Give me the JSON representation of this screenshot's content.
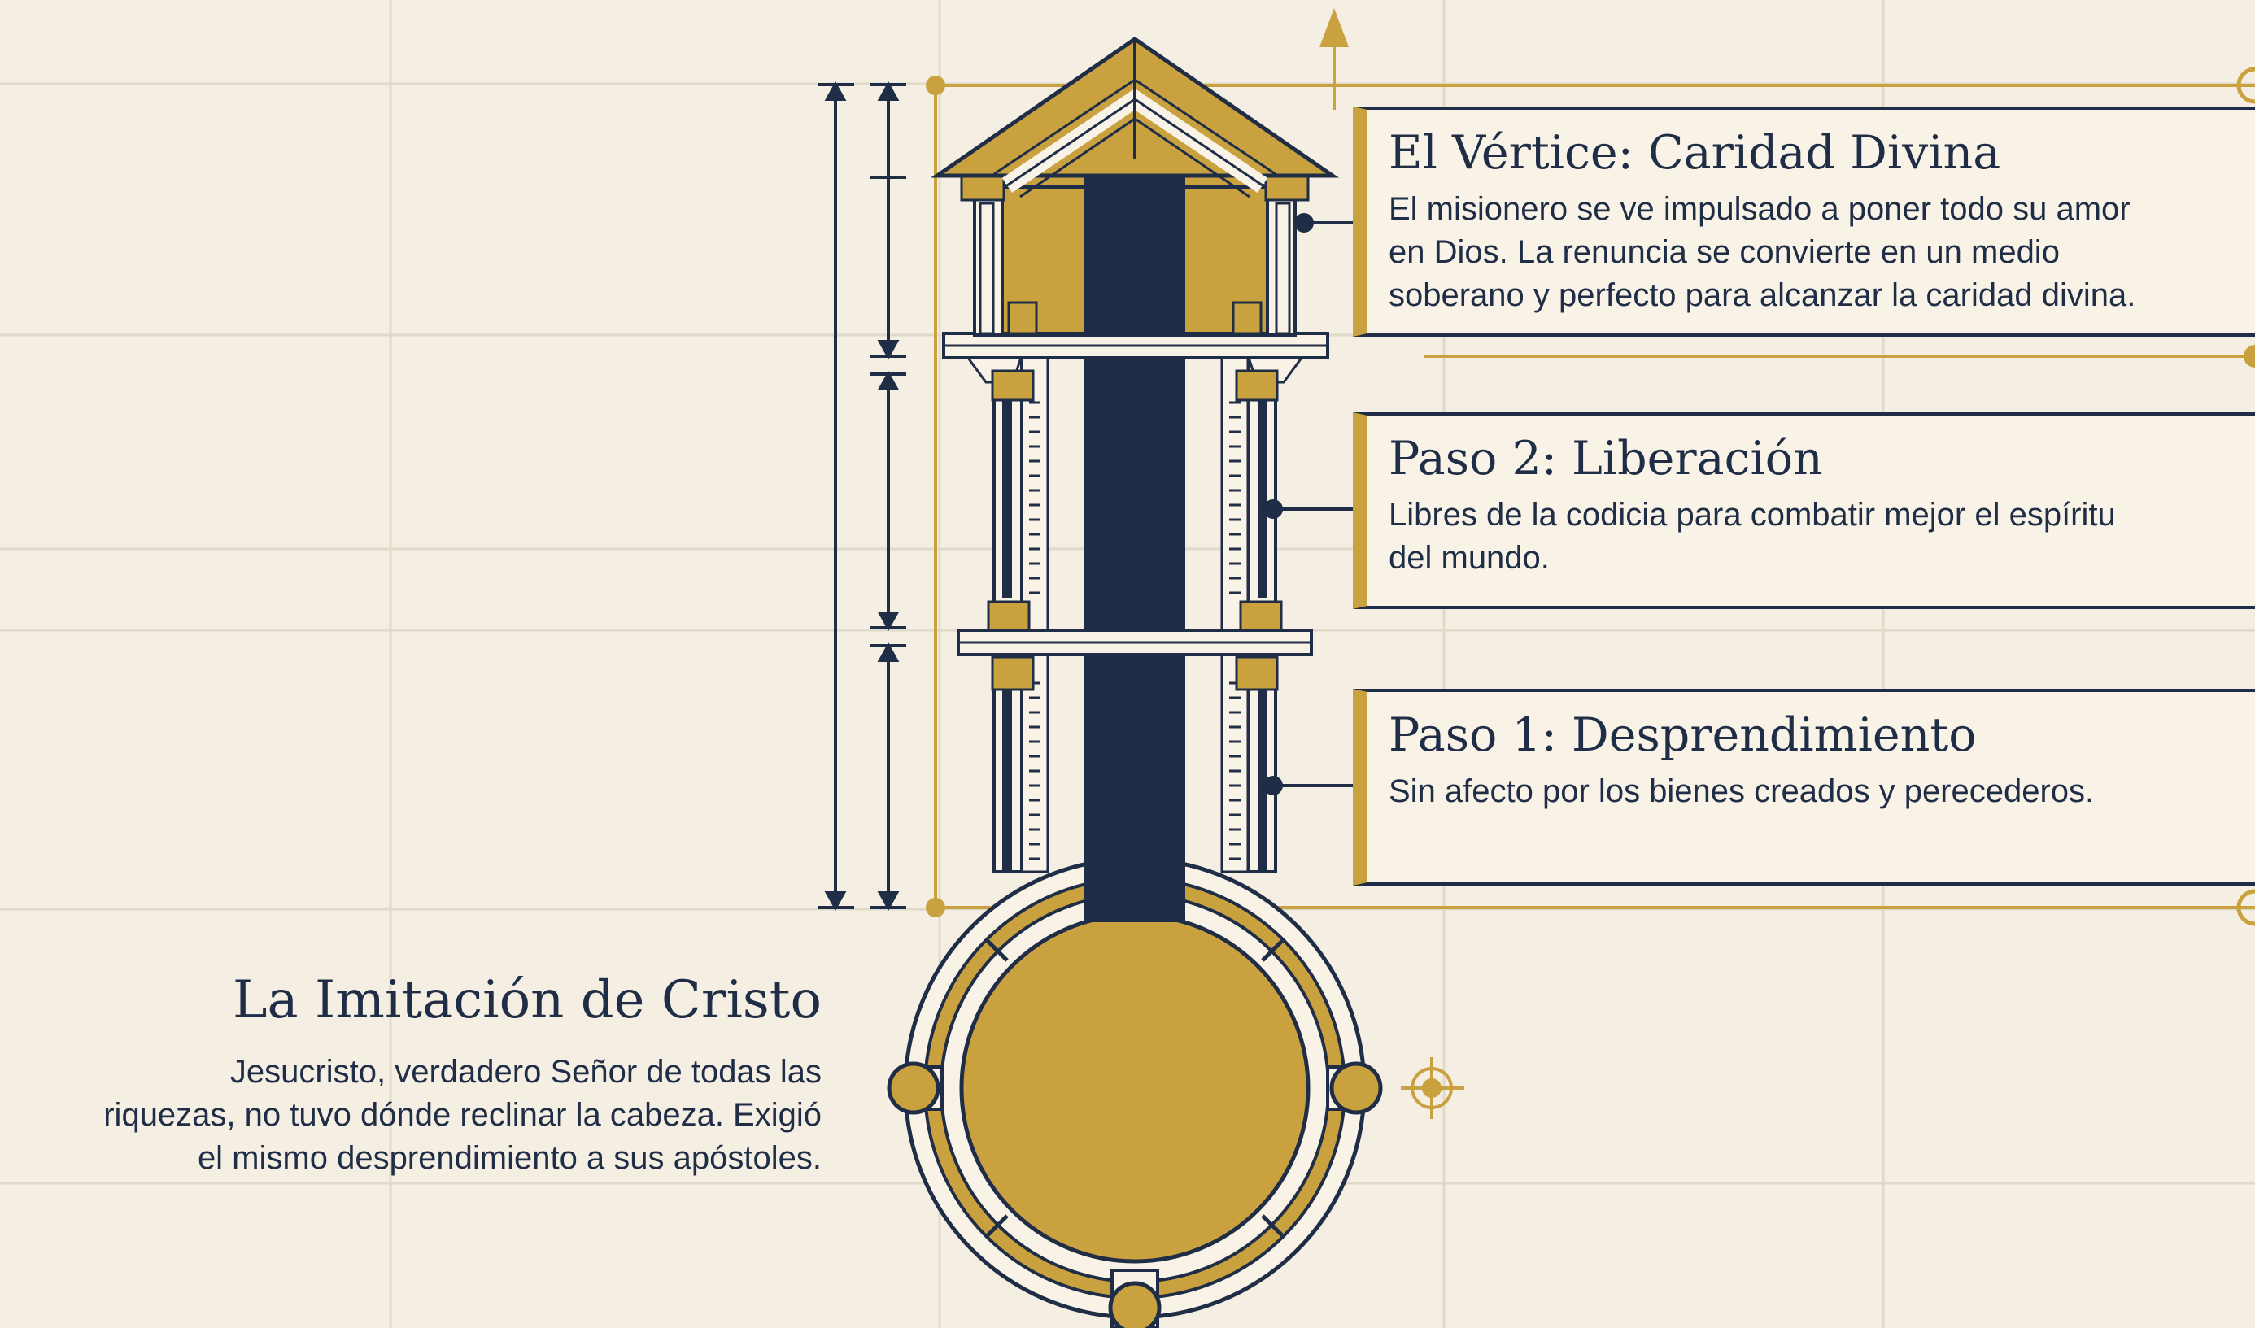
{
  "colors": {
    "background": "#f4efe2",
    "grid": "#e0dacb",
    "navy": "#1f2d47",
    "gold": "#c9a13f",
    "cream": "#f8f3e6"
  },
  "apex": {
    "title": "El Vértice: Caridad Divina",
    "lines": [
      "El misionero se ve impulsado a poner todo su amor",
      "en Dios. La renuncia se convierte en un medio",
      "soberano y perfecto para alcanzar la caridad divina."
    ]
  },
  "step2": {
    "title": "Paso 2: Liberación",
    "lines": [
      "Libres de la codicia para combatir mejor el espíritu",
      "del mundo."
    ]
  },
  "step1": {
    "title": "Paso 1: Desprendimiento",
    "lines": [
      "Sin afecto por los bienes creados y perecederos."
    ]
  },
  "imitation": {
    "title": "La Imitación de Cristo",
    "lines": [
      "Jesucristo, verdadero Señor de todas las",
      "riquezas, no tuvo dónde reclinar la cabeza. Exigió",
      "el mismo desprendimiento a sus apóstoles."
    ]
  },
  "icons": {
    "target": "crosshair-target-icon",
    "arrow": "up-arrow-icon"
  }
}
